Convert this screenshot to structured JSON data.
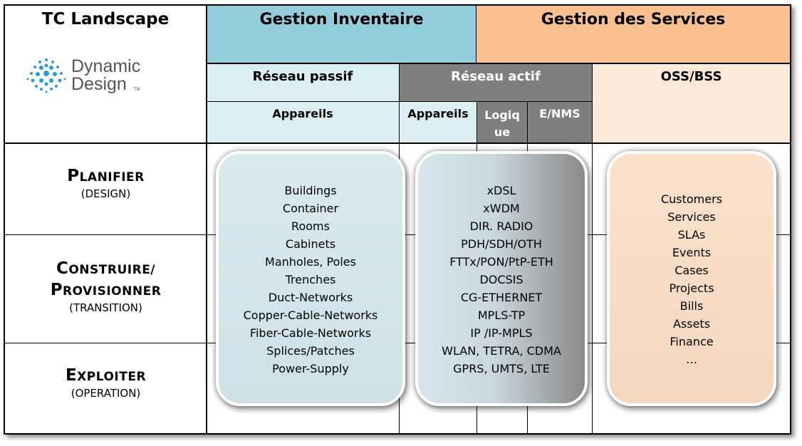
{
  "landscape_title": "TC Landscape",
  "logo": {
    "line1": "Dynamic",
    "line2": "Design",
    "tm": "TM",
    "color": "#2d9bd6"
  },
  "headers": {
    "inventory": "Gestion Inventaire",
    "services": "Gestion des Services",
    "passive_network": "Réseau passif",
    "active_network": "Réseau actif",
    "oss_bss": "OSS/BSS",
    "passive_devices": "Appareils",
    "active_devices": "Appareils",
    "logical_line1": "Logiq",
    "logical_line2": "ue",
    "ems_nms": "E/NMS"
  },
  "rows": [
    {
      "title_first": "P",
      "title_rest": "LANIFIER",
      "subtitle": "(DESIGN)"
    },
    {
      "title_first": "C",
      "title_rest": "ONSTRUIRE/",
      "title2_first": "P",
      "title2_rest": "ROVISIONNER",
      "subtitle": "(TRANSITION)"
    },
    {
      "title_first": "E",
      "title_rest": "XPLOITER",
      "subtitle": "(OPERATION)"
    }
  ],
  "passive_items": [
    "Buildings",
    "Container",
    "Rooms",
    "Cabinets",
    "Manholes, Poles",
    "Trenches",
    "Duct-Networks",
    "Copper-Cable-Networks",
    "Fiber-Cable-Networks",
    "Splices/Patches",
    "Power-Supply"
  ],
  "active_items": [
    "xDSL",
    "xWDM",
    "DIR. RADIO",
    "PDH/SDH/OTH",
    "FTTx/PON/PtP-ETH",
    "DOCSIS",
    "CG-ETHERNET",
    "MPLS-TP",
    "IP /IP-MPLS",
    "WLAN, TETRA, CDMA",
    "GPRS, UMTS, LTE"
  ],
  "oss_items": [
    "Customers",
    "Services",
    "SLAs",
    "Events",
    "Cases",
    "Projects",
    "Bills",
    "Assets",
    "Finance",
    "…"
  ],
  "colors": {
    "inventory": "#92cddc",
    "services": "#fac090",
    "passive": "#dbeef3",
    "active": "#7f7f7f",
    "oss": "#fde9d9"
  }
}
